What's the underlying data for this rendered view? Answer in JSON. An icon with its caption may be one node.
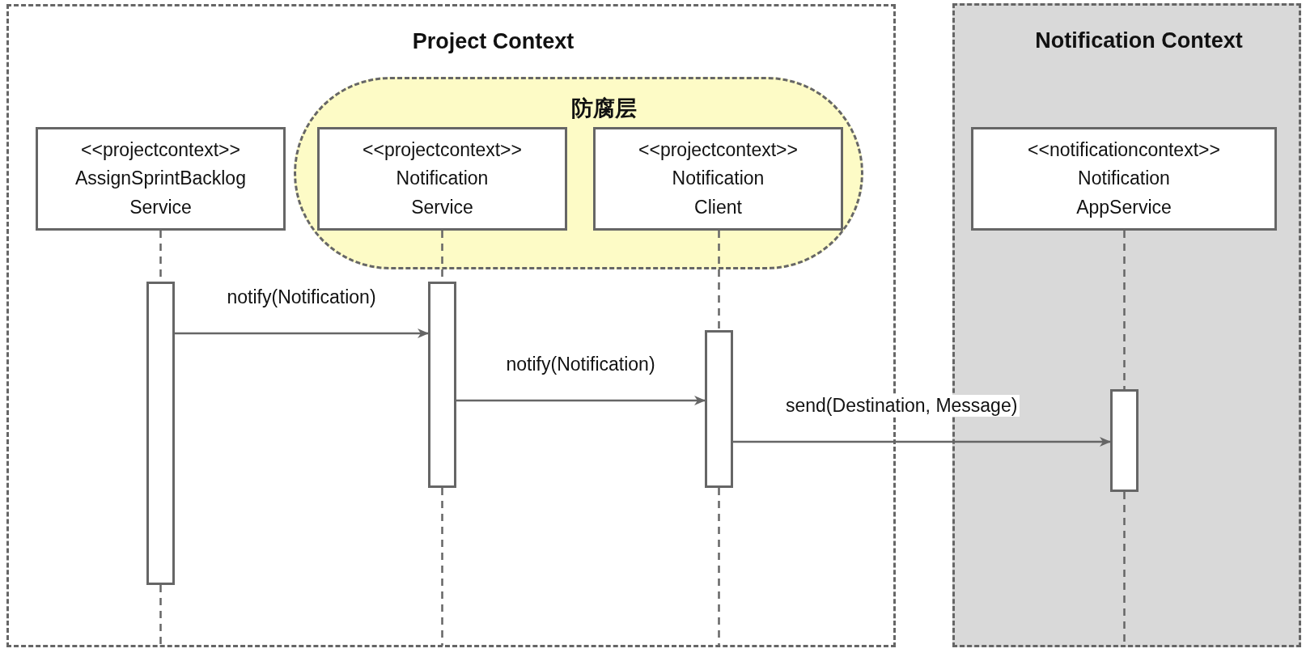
{
  "diagram": {
    "nodes": [
      {
        "text": [
          "Project Context"
        ]
      },
      {
        "text": [
          "Notification Context"
        ]
      },
      {
        "text": [
          "防腐层"
        ],
        "in": 0
      },
      {
        "text": [
          "<<projectcontext>>",
          "AssignSprintBacklog Service"
        ],
        "in": 0
      },
      {
        "text": [
          "<<projectcontext>>",
          "Notification Service"
        ],
        "in": 2
      },
      {
        "text": [
          "<<projectcontext>>",
          "Notification Client"
        ],
        "in": 2
      },
      {
        "text": [
          "<<notificationcontext>>",
          "Notification AppService"
        ],
        "in": 1
      },
      {
        "text": [],
        "shape": "bar",
        "in": 0
      },
      {
        "text": [],
        "shape": "bar",
        "in": 0
      },
      {
        "text": [],
        "shape": "bar",
        "in": 0
      },
      {
        "text": [],
        "shape": "bar",
        "in": 1
      }
    ],
    "edges": [
      {
        "from": 3,
        "to": 7,
        "arrow": "none",
        "style": "dashed"
      },
      {
        "from": 4,
        "to": 8,
        "arrow": "none",
        "style": "dashed"
      },
      {
        "from": 5,
        "to": 9,
        "arrow": "none",
        "style": "dashed"
      },
      {
        "from": 6,
        "to": 10,
        "arrow": "none",
        "style": "dashed"
      },
      {
        "from": 7,
        "to": 8,
        "arrow": "to",
        "label": "notify(Notification)"
      },
      {
        "from": 8,
        "to": 9,
        "arrow": "to",
        "label": "notify(Notification)"
      },
      {
        "from": 9,
        "to": 10,
        "arrow": "to",
        "label": "send(Destination, Message)"
      }
    ]
  }
}
